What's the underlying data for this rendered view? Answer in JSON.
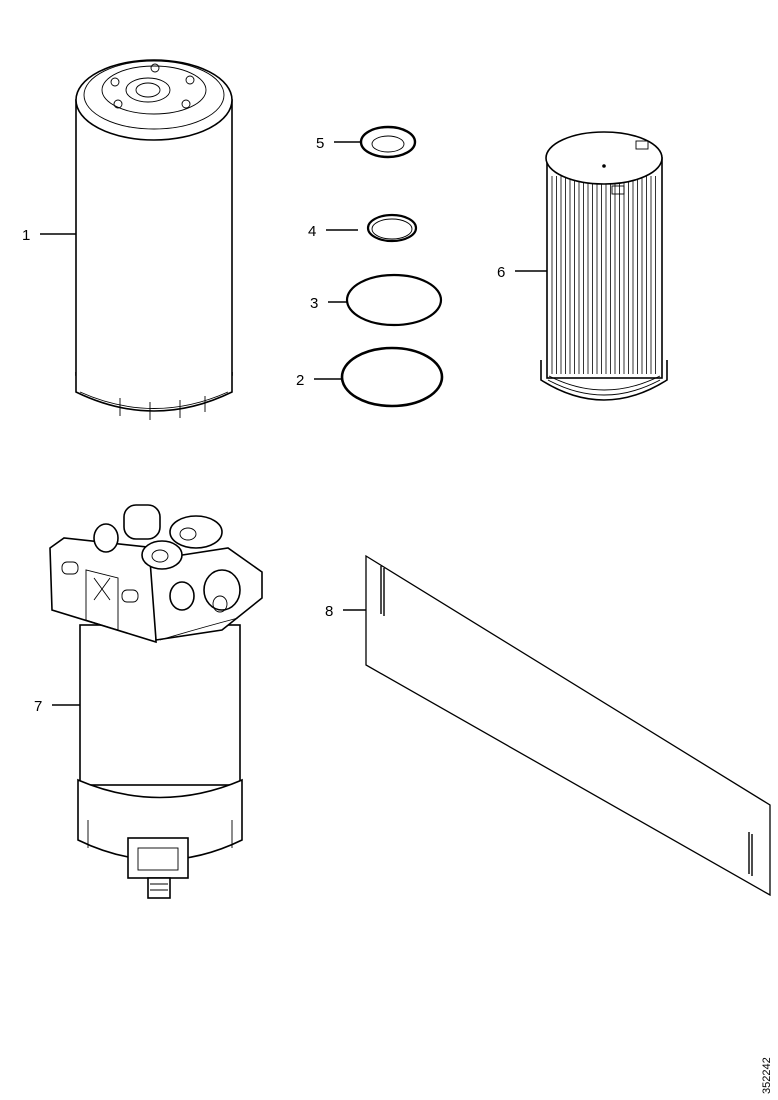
{
  "figure_number": "352242",
  "callouts": {
    "c1": "1",
    "c2": "2",
    "c3": "3",
    "c4": "4",
    "c5": "5",
    "c6": "6",
    "c7": "7",
    "c8": "8"
  }
}
